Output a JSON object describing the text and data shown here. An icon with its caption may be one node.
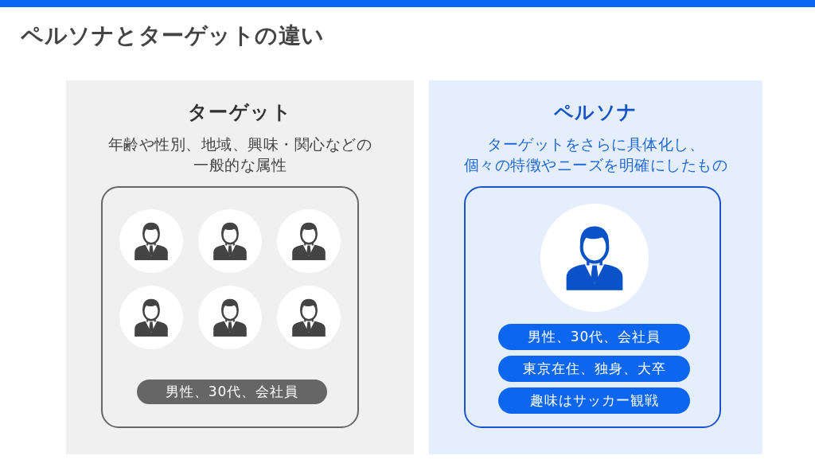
{
  "diagram": {
    "title": "ペルソナとターゲットの違い",
    "nodes": [
      {
        "text": [
          "ターゲット",
          "年齢や性別、地域、興味・関心などの一般的な属性"
        ]
      },
      {
        "text": [],
        "shape": "box",
        "in": 0
      },
      {
        "text": [
          "男性、30代、会社員"
        ],
        "in": 1
      },
      {
        "text": [
          "ペルソナ",
          "ターゲットをさらに具体化し、個々の特徴やニーズを明確にしたもの"
        ]
      },
      {
        "text": [],
        "shape": "box",
        "in": 3
      },
      {
        "text": [
          "男性、30代、会社員"
        ],
        "in": 4
      },
      {
        "text": [
          "東京在住、独身、大卒"
        ],
        "in": 4
      },
      {
        "text": [
          "趣味はサッカー観戦"
        ],
        "in": 4
      }
    ]
  }
}
